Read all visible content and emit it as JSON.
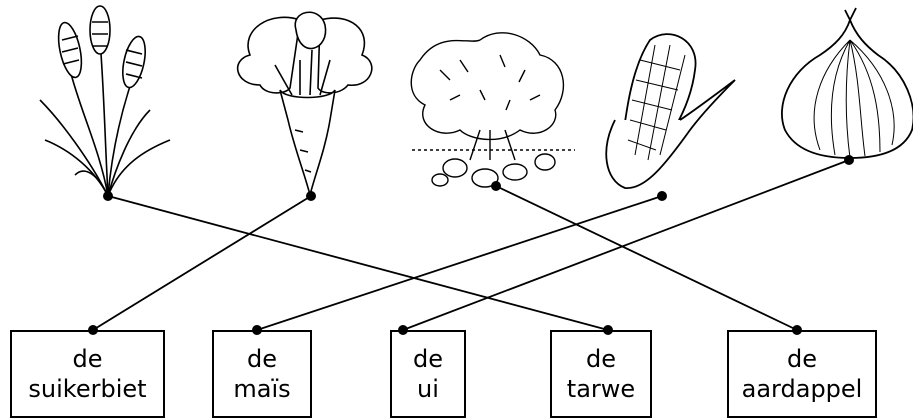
{
  "images": [
    {
      "icon": "wheat-icon"
    },
    {
      "icon": "sugar-beet-icon"
    },
    {
      "icon": "potato-plant-icon"
    },
    {
      "icon": "corn-cob-icon"
    },
    {
      "icon": "onion-icon"
    }
  ],
  "labels": [
    {
      "article": "de",
      "word": "suikerbiet"
    },
    {
      "article": "de",
      "word": "maïs"
    },
    {
      "article": "de",
      "word": "ui"
    },
    {
      "article": "de",
      "word": "tarwe"
    },
    {
      "article": "de",
      "word": "aardappel"
    }
  ],
  "matches": [
    {
      "image": 0,
      "label": 3
    },
    {
      "image": 1,
      "label": 0
    },
    {
      "image": 2,
      "label": 4
    },
    {
      "image": 3,
      "label": 1
    },
    {
      "image": 4,
      "label": 2
    }
  ]
}
